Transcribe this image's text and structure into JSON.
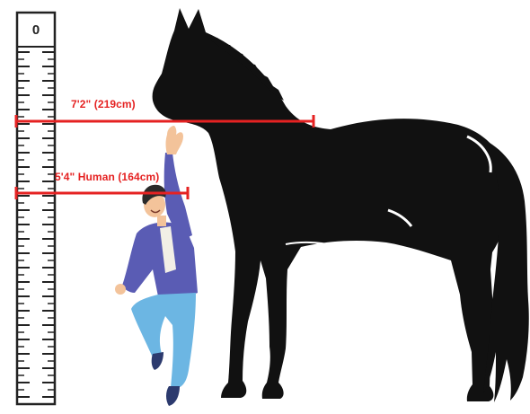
{
  "measurements": {
    "horse_label": "7'2\" (219cm)",
    "human_label": "5'4\" Human (164cm)"
  },
  "ruler": {
    "top_marker": "0"
  },
  "colors": {
    "measure_line": "#e52222",
    "silhouette": "#111111",
    "ruler_fill": "#ffffff",
    "ruler_stroke": "#222222",
    "jacket": "#5a5cb4",
    "jeans": "#6cb6e3",
    "shirt": "#f2efe6",
    "skin": "#f3c39a",
    "hair": "#2a2a2a",
    "shoes": "#2c3a6e"
  },
  "icons": {
    "ruler": "height-ruler-icon",
    "horse": "horse-silhouette-icon",
    "person": "person-figure-icon"
  }
}
